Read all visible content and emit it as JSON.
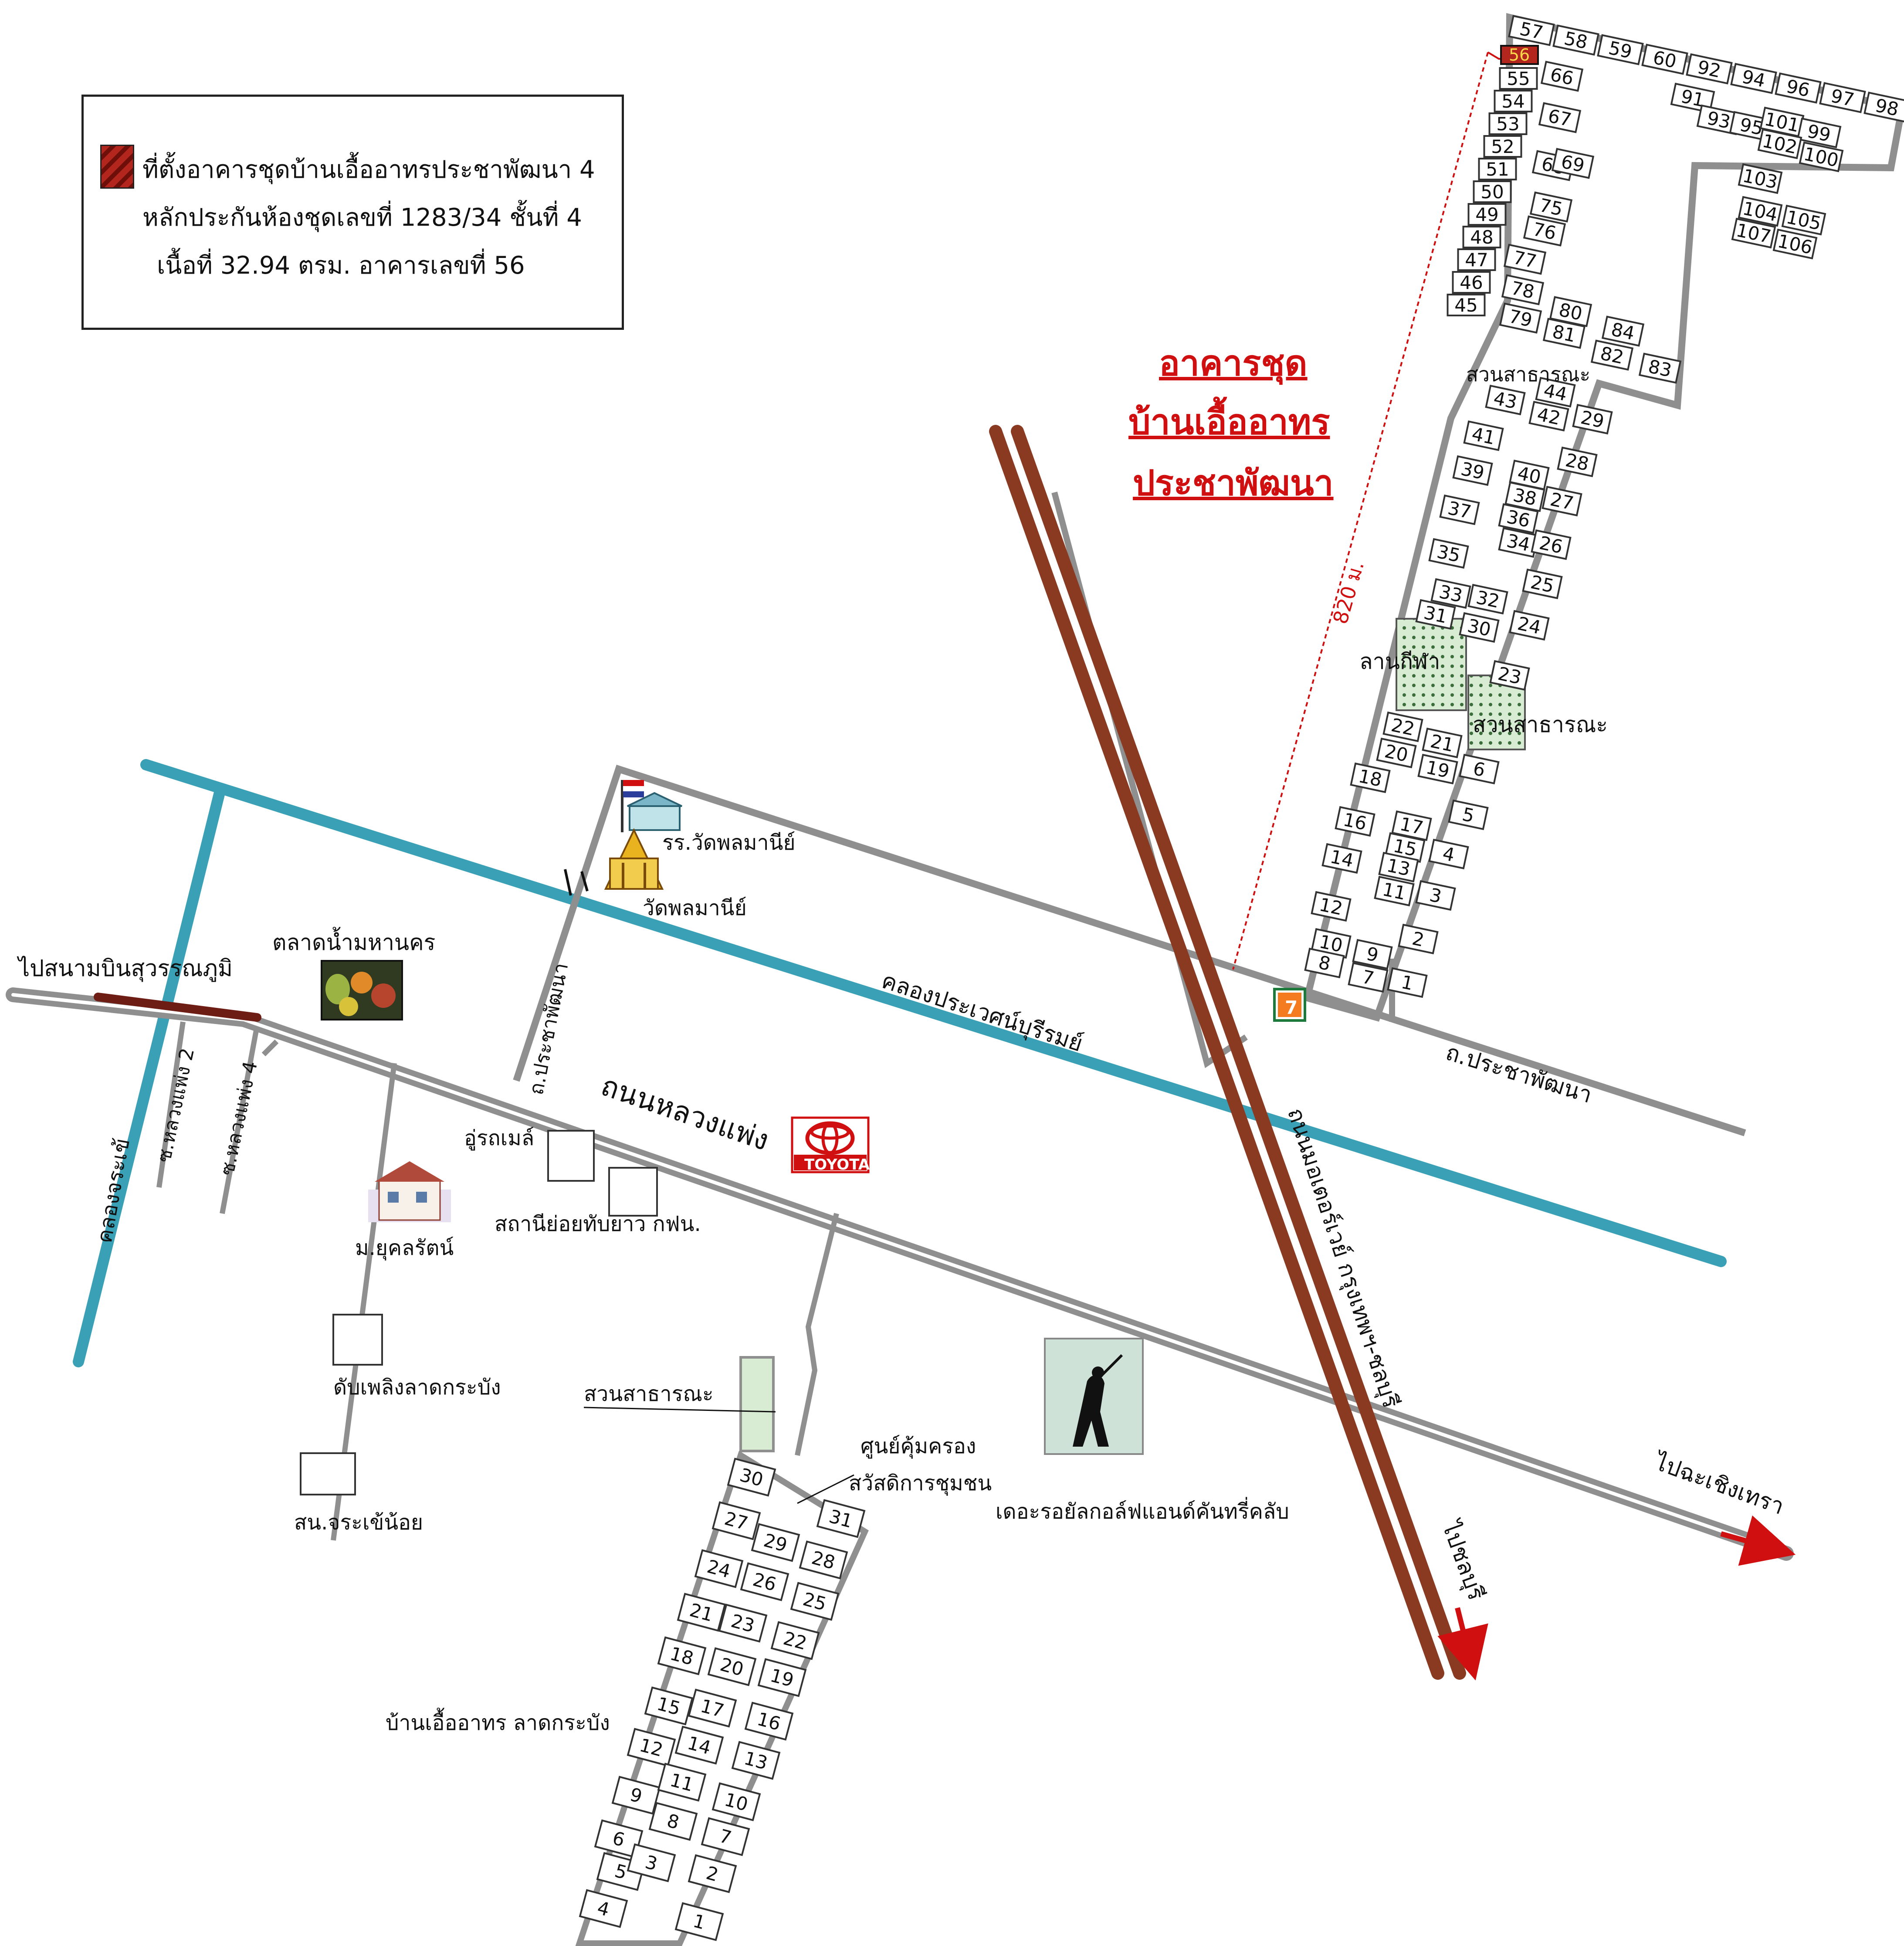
{
  "legend": {
    "line1": "ที่ตั้งอาคารชุดบ้านเอื้ออาทรประชาพัฒนา 4",
    "line2": "หลักประกันห้องชุดเลขที่ 1283/34 ชั้นที่ 4",
    "line3": "เนื้อที่ 32.94 ตรม.  อาคารเลขที่ 56"
  },
  "title": {
    "line1": "อาคารชุด",
    "line2": "บ้านเอื้ออาทร",
    "line3": "ประชาพัฒนา"
  },
  "labels": {
    "airport": "ไปสนามบินสุวรรณภูมิ",
    "market": "ตลาดน้ำมหานคร",
    "school": "รร.วัดพลมานีย์",
    "temple": "วัดพลมานีย์",
    "road_prachapattana_left": "ถ.ประชาพัฒนา",
    "road_prachapattana_right": "ถ.ประชาพัฒนา",
    "canal_prawet": "คลองประเวศน์บุรีรมย์",
    "road_luang_phaeng": "ถนนหลวงแพ่ง",
    "toyota": "TOYOTA",
    "garage": "อู่รถเมล์",
    "substation": "สถานีย่อยทับยาว กฟน.",
    "village_yukolrat": "ม.ยุคลรัตน์",
    "fire_station": "ดับเพลิงลาดกระบัง",
    "police_station": "สน.จระเข้น้อย",
    "park_south": "สวนสาธารณะ",
    "welfare_center_1": "ศูนย์คุ้มครอง",
    "welfare_center_2": "สวัสดิการชุมชน",
    "golf_club": "เดอะรอยัลกอล์ฟแอนด์คันทรี่คลับ",
    "to_chachoengsao": "ไปฉะเชิงเทรา",
    "to_chonburi": "ไปชลบุรี",
    "motorway": "ถนนมอเตอร์เวย์ กรุงเทพฯ-ชลบุรี",
    "distance": "820 ม.",
    "sports_field": "ลานกีฬา",
    "park_north_1": "สวนสาธารณะ",
    "park_north_2": "สวนสาธารณะ",
    "village_ladkrabang": "บ้านเอื้ออาทร ลาดกระบัง",
    "khlong_chorakhe": "คลองจระเข้",
    "soi_luang_phaeng_2": "ซ.หลวงแพ่ง 2",
    "soi_luang_phaeng_4": "ซ.หลวงแพ่ง 4",
    "seven_eleven": "7"
  },
  "buildings": {
    "north_top": [
      "57",
      "58",
      "59",
      "60",
      "92",
      "94",
      "96",
      "97",
      "98"
    ],
    "north_target": "56",
    "north_left": [
      "55",
      "54",
      "53",
      "52",
      "51",
      "50",
      "49",
      "48",
      "47",
      "46",
      "45"
    ],
    "north_mid": [
      "66",
      "67",
      "68",
      "69",
      "75",
      "76",
      "77",
      "78",
      "79",
      "80",
      "81",
      "84",
      "82",
      "83"
    ],
    "north_east": [
      "91",
      "93",
      "95",
      "101",
      "99",
      "102",
      "100",
      "103",
      "104",
      "105",
      "107",
      "106"
    ],
    "north_south_block": [
      "44",
      "43",
      "42",
      "29",
      "41",
      "39",
      "40",
      "38",
      "28",
      "37",
      "36",
      "27",
      "34",
      "26",
      "35",
      "25",
      "33",
      "32",
      "31",
      "30",
      "24",
      "23",
      "22",
      "21",
      "20",
      "19",
      "6",
      "18",
      "17",
      "15",
      "5",
      "16",
      "13",
      "4",
      "14",
      "11",
      "3",
      "12",
      "2",
      "10",
      "9",
      "8",
      "7",
      "1"
    ],
    "south_block": [
      "30",
      "31",
      "27",
      "29",
      "28",
      "24",
      "26",
      "25",
      "21",
      "23",
      "22",
      "18",
      "20",
      "19",
      "15",
      "17",
      "16",
      "12",
      "14",
      "13",
      "9",
      "11",
      "10",
      "6",
      "8",
      "7",
      "5",
      "3",
      "2",
      "4",
      "1"
    ]
  },
  "colors": {
    "target_building": "#b3261e",
    "title_red": "#d01010",
    "canal": "#3aa0b5",
    "road": "#8f8f8f",
    "motorway": "#8b3a22"
  }
}
